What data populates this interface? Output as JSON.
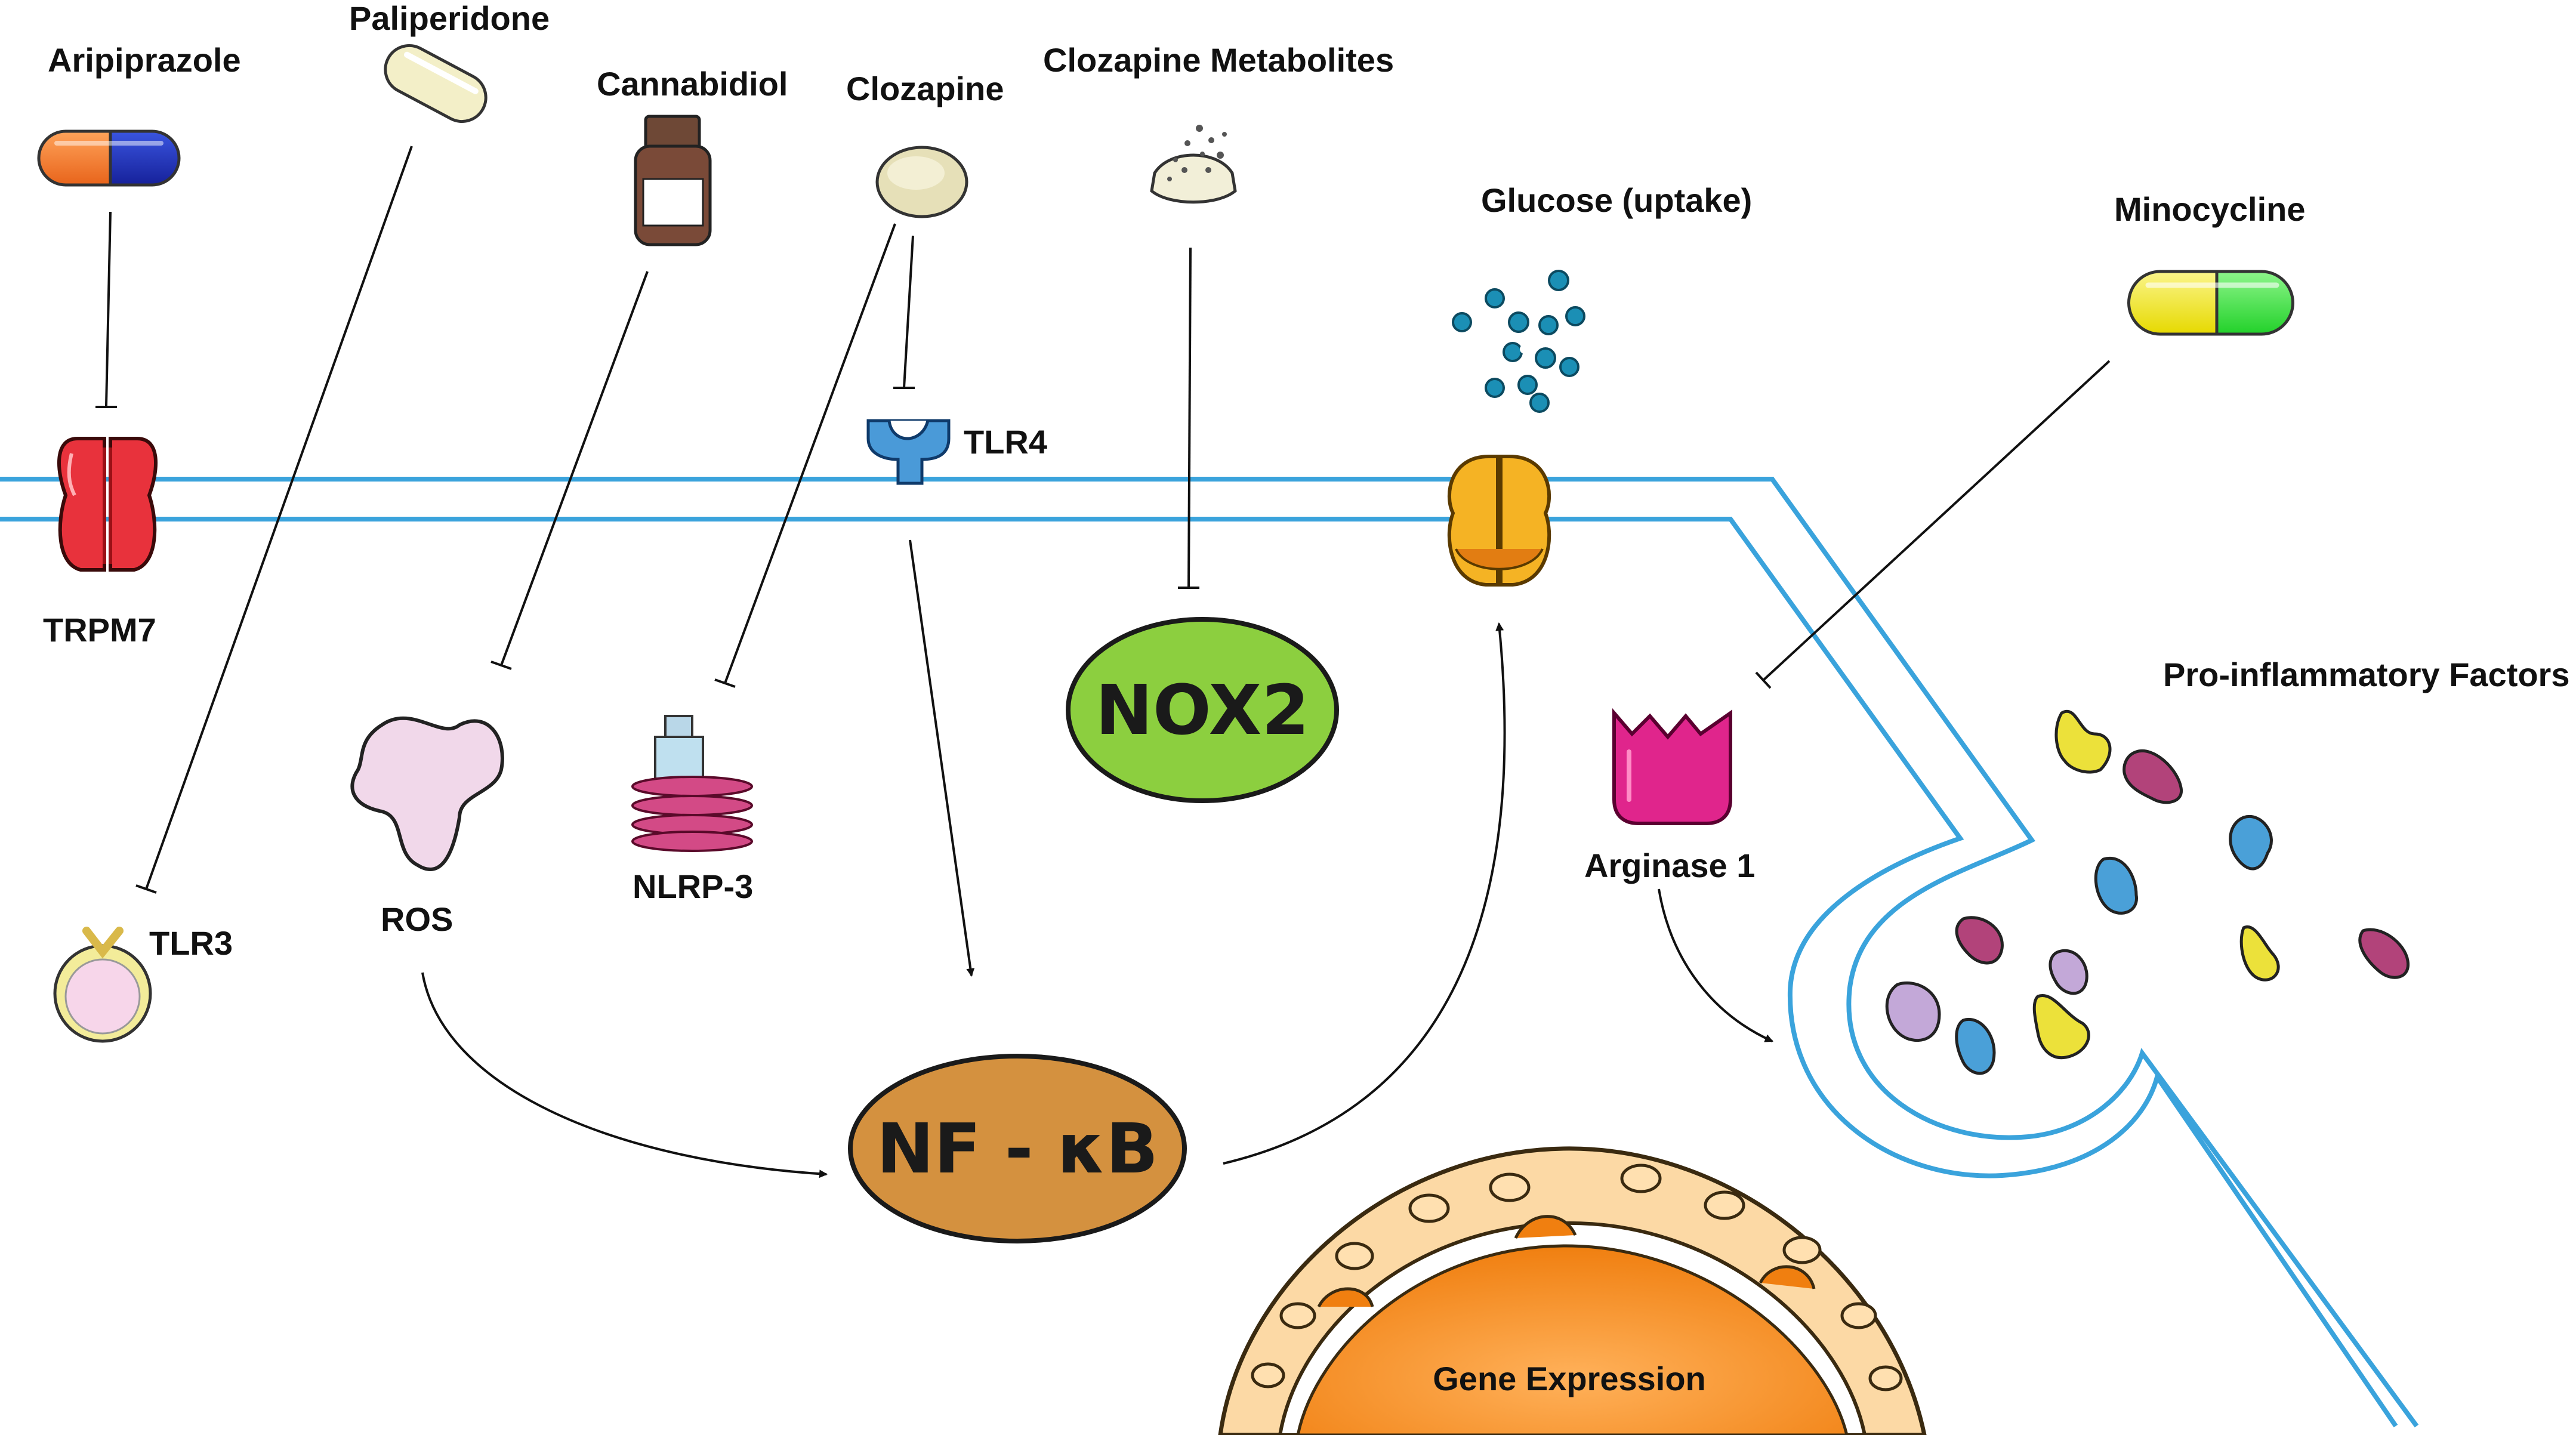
{
  "labels": {
    "aripiprazole": "Aripiprazole",
    "paliperidone": "Paliperidone",
    "cannabidiol": "Cannabidiol",
    "clozapine": "Clozapine",
    "clozapine_metabolites": "Clozapine Metabolites",
    "glucose": "Glucose (uptake)",
    "minocycline": "Minocycline",
    "trpm7": "TRPM7",
    "tlr4": "TLR4",
    "tlr3": "TLR3",
    "ros": "ROS",
    "nlrp3": "NLRP-3",
    "nox2": "NOX2",
    "nfkb": "NF - κB",
    "arginase1": "Arginase 1",
    "pro_inflammatory": "Pro-inflammatory Factors",
    "gene_expression": "Gene Expression"
  },
  "colors": {
    "membrane": "#3aa3dc",
    "nox2": "#8ccf3f",
    "nfkb": "#d4913f",
    "nucleus": "#f7941d",
    "arginase": "#e0258c",
    "trpm7": "#e8323c",
    "glucose_channel": "#f5b324",
    "glucose": "#1b8fb5"
  }
}
